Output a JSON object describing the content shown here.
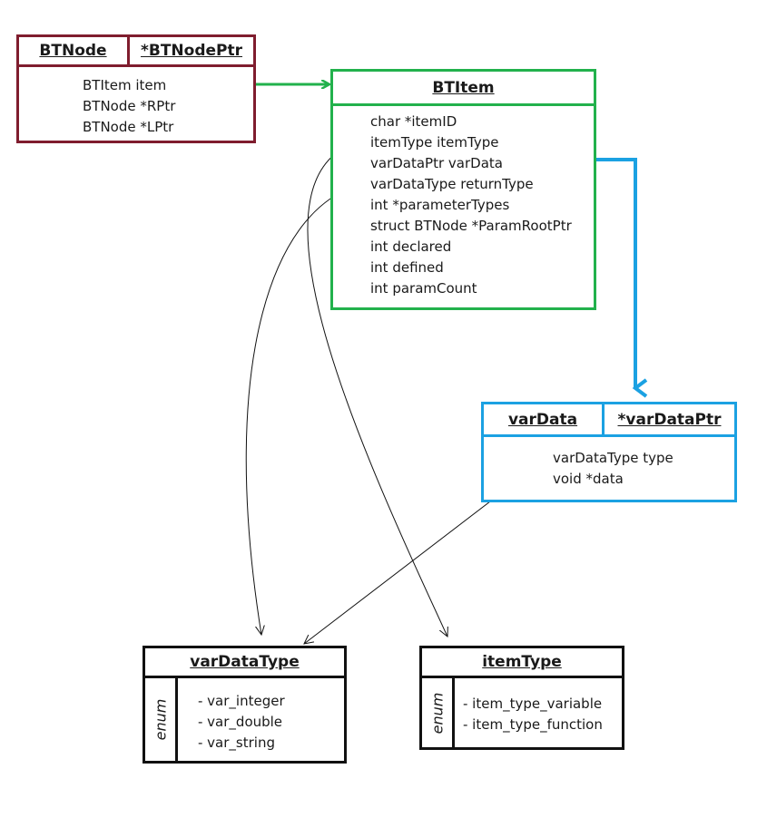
{
  "bt_node": {
    "name": "BTNode",
    "ptr_name": "*BTNodePtr",
    "fields": [
      "BTItem item",
      "BTNode *RPtr",
      "BTNode *LPtr"
    ],
    "color": "#7f1d2e"
  },
  "bt_item": {
    "name": "BTItem",
    "fields": [
      "char *itemID",
      "itemType itemType",
      "varDataPtr varData",
      "varDataType returnType",
      "int *parameterTypes",
      "struct BTNode *ParamRootPtr",
      "int declared",
      "int defined",
      "int paramCount"
    ],
    "color": "#22b14c"
  },
  "var_data": {
    "name": "varData",
    "ptr_name": "*varDataPtr",
    "fields": [
      "varDataType type",
      "void *data"
    ],
    "color": "#1ba1e2"
  },
  "var_data_type": {
    "name": "varDataType",
    "kind": "enum",
    "values": [
      "- var_integer",
      "- var_double",
      "- var_string"
    ]
  },
  "item_type": {
    "name": "itemType",
    "kind": "enum",
    "values": [
      "- item_type_variable",
      "- item_type_function"
    ]
  }
}
